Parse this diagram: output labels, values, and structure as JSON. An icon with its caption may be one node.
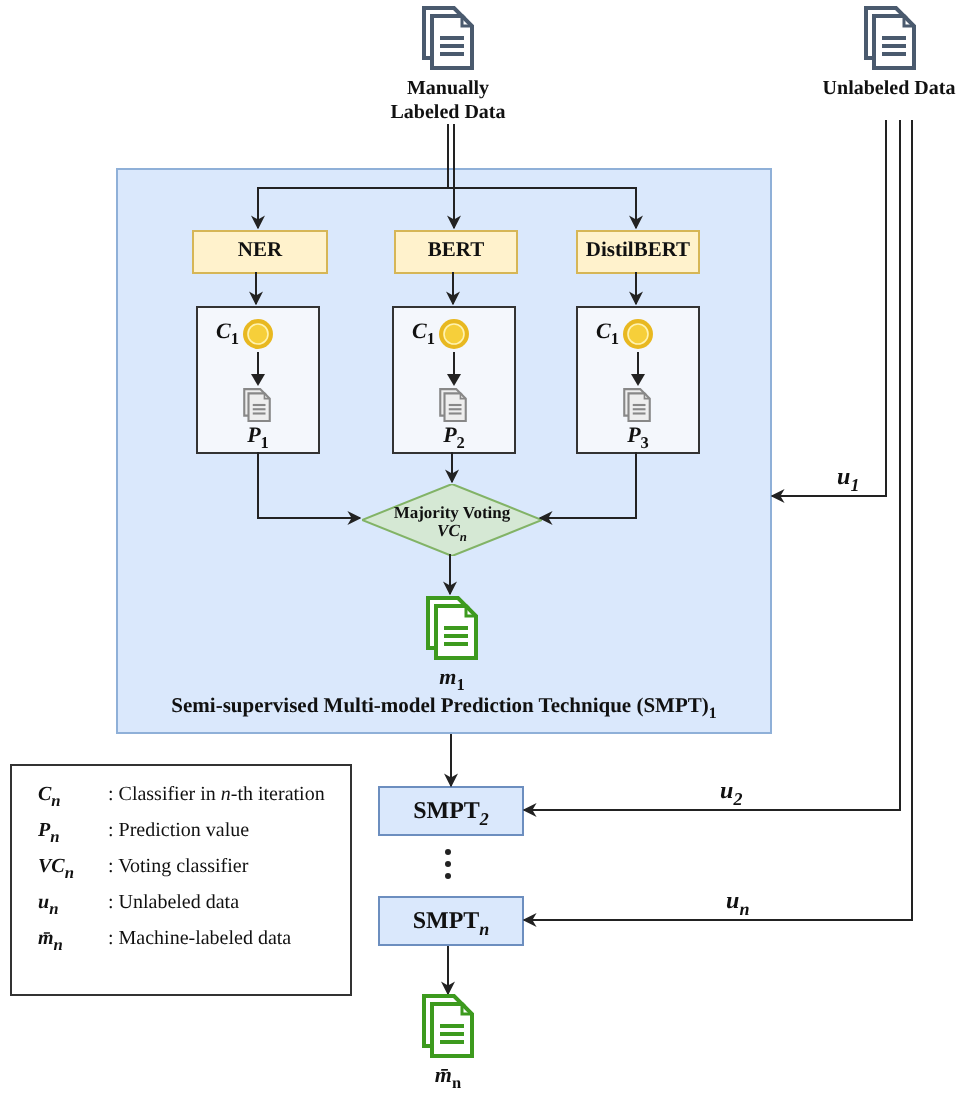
{
  "diagram": {
    "nodes": [
      {
        "text": [
          "Manually Labeled Data"
        ]
      },
      {
        "text": [
          "Unlabeled Data"
        ]
      },
      {
        "text": [
          "Semi-supervised Multi-model Prediction Technique (SMPT)$_{1}$"
        ]
      },
      {
        "text": [
          "NER"
        ],
        "in": 2
      },
      {
        "text": [
          "BERT"
        ],
        "in": 2
      },
      {
        "text": [
          "DistilBERT"
        ],
        "in": 2
      },
      {
        "text": [
          "*C*$_{1}$",
          "*P*$_{1}$"
        ],
        "in": 2
      },
      {
        "text": [
          "*C*$_{1}$",
          "*P*$_{2}$"
        ],
        "in": 2
      },
      {
        "text": [
          "*C*$_{1}$",
          "*P*$_{3}$"
        ],
        "in": 2
      },
      {
        "text": [
          "Majority Voting",
          "*VC*$_{n}$"
        ],
        "in": 2
      },
      {
        "text": [
          "*m*$_{1}$"
        ],
        "in": 2
      },
      {
        "text": [
          "SMPT$_{2}$"
        ]
      },
      {
        "text": [
          "SMPT$_{n}$"
        ]
      },
      {
        "text": [
          "*m̄*$_{n}$"
        ]
      }
    ],
    "edges": [
      {
        "from": 0,
        "to": 3,
        "arrow": "to"
      },
      {
        "from": 0,
        "to": 4,
        "arrow": "to"
      },
      {
        "from": 0,
        "to": 5,
        "arrow": "to"
      },
      {
        "from": 3,
        "to": 6,
        "arrow": "to"
      },
      {
        "from": 4,
        "to": 7,
        "arrow": "to"
      },
      {
        "from": 5,
        "to": 8,
        "arrow": "to"
      },
      {
        "from": 6,
        "to": 9,
        "arrow": "to"
      },
      {
        "from": 7,
        "to": 9,
        "arrow": "to"
      },
      {
        "from": 8,
        "to": 9,
        "arrow": "to"
      },
      {
        "from": 9,
        "to": 10,
        "arrow": "to"
      },
      {
        "from": 1,
        "to": 2,
        "arrow": "to",
        "label": "*u*$_{1}$"
      },
      {
        "from": 1,
        "to": 11,
        "arrow": "to",
        "label": "*u*$_{2}$"
      },
      {
        "from": 1,
        "to": 12,
        "arrow": "to",
        "label": "*u*$_{n}$"
      },
      {
        "from": 2,
        "to": 11,
        "arrow": "to"
      },
      {
        "from": 12,
        "to": 13,
        "arrow": "to"
      }
    ],
    "labels": [
      "*C*$_{n}$",
      ": Classifier in *n*-th iteration",
      "*P*$_{n}$",
      ": Prediction value",
      "*VC*$_{n}$",
      ": Voting classifier",
      "*u*$_{n}$",
      ": Unlabeled data",
      "*m̄*$_{n}$",
      ": Machine-labeled data"
    ]
  }
}
